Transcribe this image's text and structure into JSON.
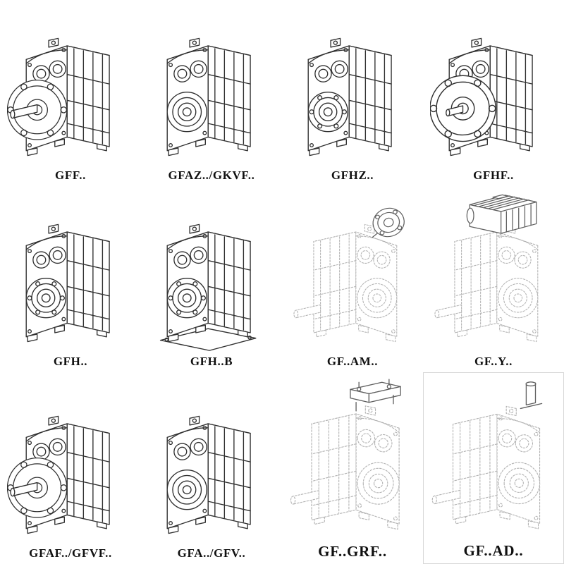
{
  "page": {
    "type": "gearbox-catalog-sheet",
    "colors": {
      "background": "#ffffff",
      "line": "#303030",
      "light_line": "#b3b3b3",
      "label": "#101010"
    }
  },
  "catalog": {
    "items": [
      {
        "id": "gff",
        "label": "GFF..",
        "drawing": "solid, foot-mounted gearbox with output flange and solid shaft"
      },
      {
        "id": "gfaz-gkvf",
        "label": "GFAZ../GKVF..",
        "drawing": "solid, gearbox with hollow output bore"
      },
      {
        "id": "gfhz",
        "label": "GFHZ..",
        "drawing": "solid, gearbox with hollow bore and bolt circle"
      },
      {
        "id": "gfhf",
        "label": "GFHF..",
        "drawing": "solid, gearbox with large output flange"
      },
      {
        "id": "gfh",
        "label": "GFH..",
        "drawing": "solid, gearbox with hollow bore and bolt circle"
      },
      {
        "id": "gfh-b",
        "label": "GFH..B",
        "drawing": "solid, gearbox with hollow bore on base plate"
      },
      {
        "id": "gf-am",
        "label": "GF..AM..",
        "drawing": "light outline, gearbox with motor adapter flange on top"
      },
      {
        "id": "gf-y",
        "label": "GF..Y..",
        "drawing": "light outline, gearbox with finned motor on top"
      },
      {
        "id": "gfaf-gfvf",
        "label": "GFAF../GFVF..",
        "drawing": "solid, gearbox with output flange and solid shaft"
      },
      {
        "id": "gfa-gfv",
        "label": "GFA../GFV..",
        "drawing": "solid, gearbox with hollow output bore"
      },
      {
        "id": "gf-grf",
        "label": "GF..GRF..",
        "drawing": "light outline, gearbox with mounting bracket on top"
      },
      {
        "id": "gf-ad",
        "label": "GF..AD..",
        "drawing": "light outline, gearbox with input shaft adapter on top"
      }
    ]
  }
}
